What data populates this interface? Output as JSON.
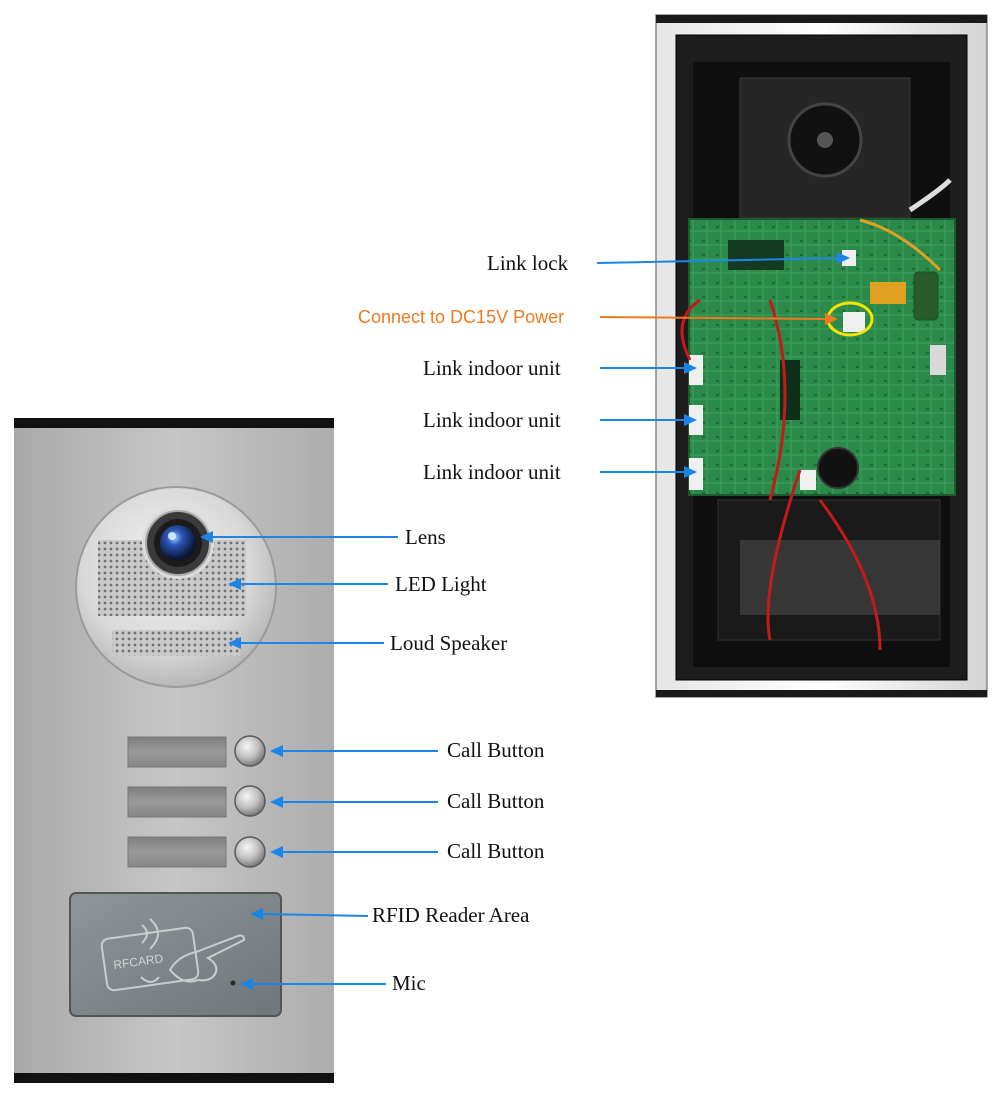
{
  "colors": {
    "arrow": "#1b86e8",
    "orange": "#f07a1e",
    "highlight": "#f4e400",
    "panel": "#b7b7b7",
    "pcb": "#2b8a4a"
  },
  "device": {
    "card_text": "RFCARD"
  },
  "callouts": {
    "link_lock": "Link  lock",
    "power": "Connect to DC15V Power",
    "indoor_1": "Link indoor unit",
    "indoor_2": "Link indoor unit",
    "indoor_3": "Link indoor unit",
    "lens": "Lens",
    "led_light": "LED Light",
    "loud_speaker": "Loud Speaker",
    "call_1": "Call Button",
    "call_2": "Call Button",
    "call_3": "Call Button",
    "rfid": "RFID Reader Area",
    "mic": "Mic"
  }
}
